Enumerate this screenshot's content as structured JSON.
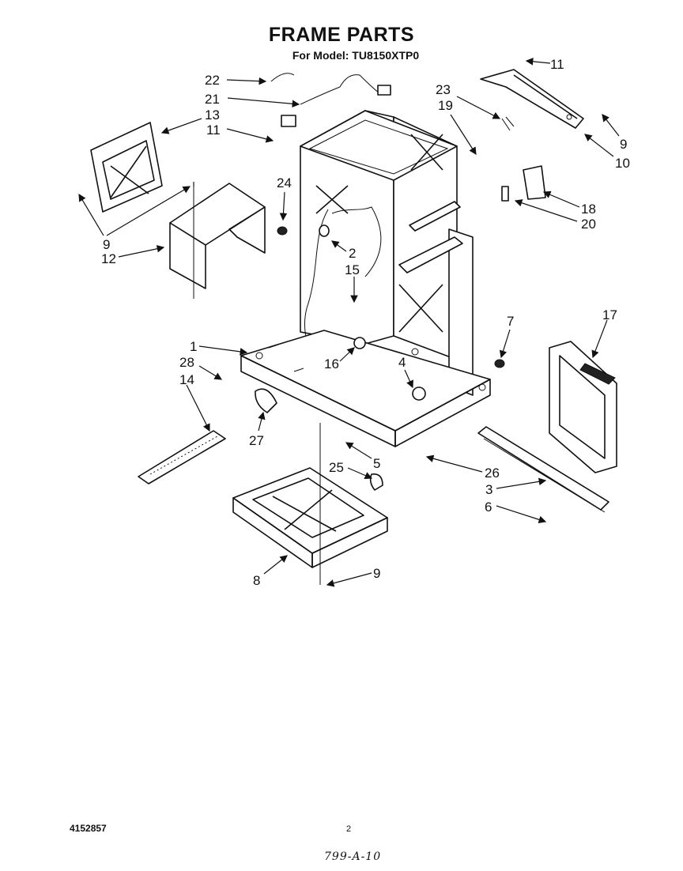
{
  "header": {
    "title": "FRAME PARTS",
    "model_line": "For Model: TU8150XTP0"
  },
  "footer": {
    "document_number": "4152857",
    "page_mark": "2",
    "handwritten_note": "799-A-10"
  },
  "callouts": [
    {
      "id": "c22",
      "label": "22"
    },
    {
      "id": "c21",
      "label": "21"
    },
    {
      "id": "c13",
      "label": "13"
    },
    {
      "id": "c11a",
      "label": "11"
    },
    {
      "id": "c11b",
      "label": "11"
    },
    {
      "id": "c23",
      "label": "23"
    },
    {
      "id": "c19",
      "label": "19"
    },
    {
      "id": "c9a",
      "label": "9"
    },
    {
      "id": "c10",
      "label": "10"
    },
    {
      "id": "c24",
      "label": "24"
    },
    {
      "id": "c18",
      "label": "18"
    },
    {
      "id": "c20",
      "label": "20"
    },
    {
      "id": "c9b",
      "label": "9"
    },
    {
      "id": "c12",
      "label": "12"
    },
    {
      "id": "c2",
      "label": "2"
    },
    {
      "id": "c15",
      "label": "15"
    },
    {
      "id": "c7",
      "label": "7"
    },
    {
      "id": "c17",
      "label": "17"
    },
    {
      "id": "c1",
      "label": "1"
    },
    {
      "id": "c28",
      "label": "28"
    },
    {
      "id": "c14",
      "label": "14"
    },
    {
      "id": "c16",
      "label": "16"
    },
    {
      "id": "c4",
      "label": "4"
    },
    {
      "id": "c27",
      "label": "27"
    },
    {
      "id": "c5",
      "label": "5"
    },
    {
      "id": "c25",
      "label": "25"
    },
    {
      "id": "c26",
      "label": "26"
    },
    {
      "id": "c3",
      "label": "3"
    },
    {
      "id": "c6",
      "label": "6"
    },
    {
      "id": "c8",
      "label": "8"
    },
    {
      "id": "c9c",
      "label": "9"
    }
  ]
}
